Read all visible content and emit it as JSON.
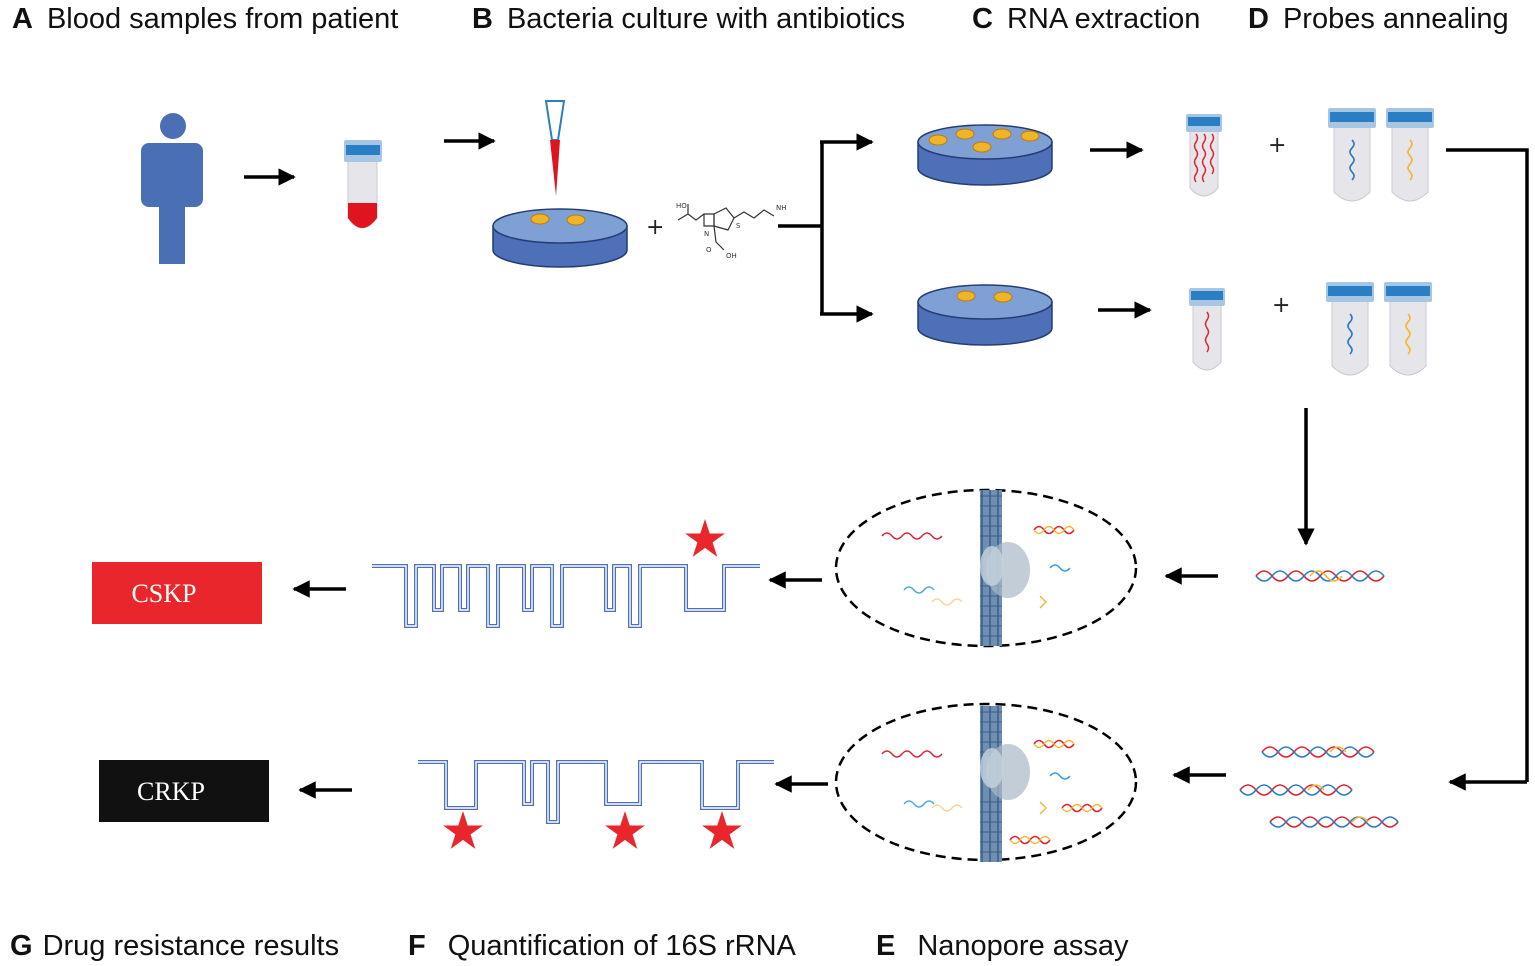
{
  "steps": {
    "a": {
      "letter": "A",
      "label": "Blood samples from patient"
    },
    "b": {
      "letter": "B",
      "label": "Bacteria culture with antibiotics"
    },
    "c": {
      "letter": "C",
      "label": "RNA extraction"
    },
    "d": {
      "letter": "D",
      "label": "Probes annealing"
    },
    "e": {
      "letter": "E",
      "label": "Nanopore assay"
    },
    "f": {
      "letter": "F",
      "label": "Quantification of 16S rRNA"
    },
    "g": {
      "letter": "G",
      "label": "Drug resistance results"
    }
  },
  "results": {
    "susceptible": {
      "label": "CSKP",
      "color": "#e8262b"
    },
    "resistant": {
      "label": "CRKP",
      "color": "#111111"
    }
  },
  "symbols": {
    "plus": "+",
    "chem_labels": [
      "HO",
      "NH",
      "N",
      "S",
      "OH",
      "O"
    ]
  },
  "colors": {
    "patient_blue": "#4a6fb5",
    "dish_blue": "#4e70b8",
    "colony": "#f0b429",
    "blood_red": "#e0141e",
    "cap_blue": "#2a7fc4",
    "probe_blue": "#2e78c6",
    "probe_yellow": "#f2b632",
    "rna_red": "#d92231",
    "trace_blue": "#4f6fb8",
    "star_red": "#e8262b"
  }
}
